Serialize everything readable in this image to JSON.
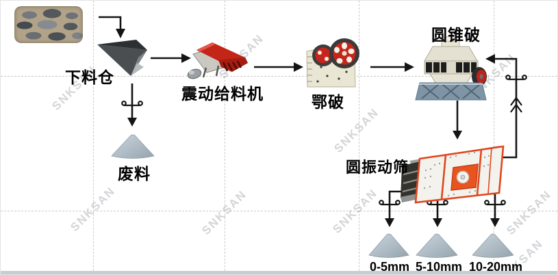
{
  "diagram": {
    "type": "process-flow",
    "subject": "stone crushing production line",
    "watermark": {
      "text": "SNKSAN"
    },
    "nodes": {
      "raw_stone": {
        "label": "",
        "kind": "photo-of-rocks"
      },
      "feed_bin": {
        "label": "下料仓"
      },
      "vibrating_feeder": {
        "label": "震动给料机"
      },
      "jaw_crusher": {
        "label": "鄂破"
      },
      "cone_crusher": {
        "label": "圆锥破"
      },
      "vibrating_screen": {
        "label": "圆振动筛"
      },
      "waste_pile": {
        "label": "废料"
      },
      "product_0_5": {
        "label": "0-5mm"
      },
      "product_5_10": {
        "label": "5-10mm"
      },
      "product_10_20": {
        "label": "10-20mm"
      }
    },
    "flow_edges": [
      {
        "from": "raw_stone",
        "to": "feed_bin"
      },
      {
        "from": "feed_bin",
        "to": "vibrating_feeder"
      },
      {
        "from": "feed_bin",
        "to": "waste_pile",
        "via": "gate-valve"
      },
      {
        "from": "vibrating_feeder",
        "to": "jaw_crusher"
      },
      {
        "from": "jaw_crusher",
        "to": "cone_crusher"
      },
      {
        "from": "cone_crusher",
        "to": "vibrating_screen"
      },
      {
        "from": "vibrating_screen",
        "to": "product_0_5",
        "via": "gate-valve"
      },
      {
        "from": "vibrating_screen",
        "to": "product_5_10",
        "via": "gate-valve"
      },
      {
        "from": "vibrating_screen",
        "to": "product_10_20",
        "via": "gate-valve"
      },
      {
        "from": "vibrating_screen",
        "to": "cone_crusher",
        "note": "oversize recirculation",
        "via": "gate-valve"
      }
    ],
    "colors": {
      "line_black": "#141414",
      "grid_gray": "#c9c9c9",
      "machine_red": "#c4251a",
      "machine_cream": "#e9e6d3",
      "frame_blue_gray": "#7f95a5",
      "screen_orange": "#e0461e",
      "pile_blue_gray": "#a9b7c1",
      "hopper_dark": "#3c4043",
      "watermark_gray": "#a8acb1",
      "bottom_bar_gray": "#c7cdd1"
    }
  }
}
